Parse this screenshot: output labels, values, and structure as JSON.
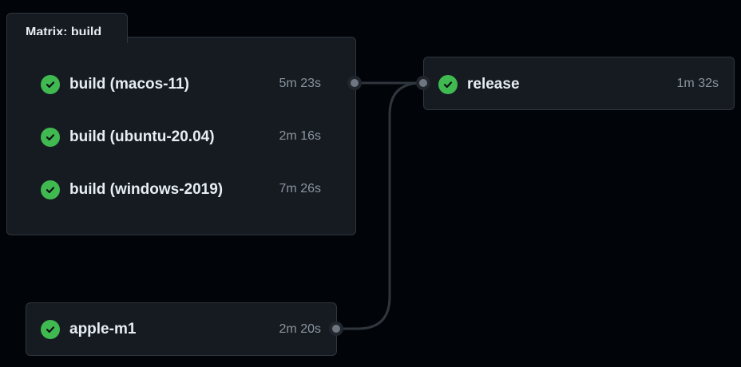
{
  "matrix": {
    "title": "Matrix: build",
    "jobs": [
      {
        "name": "build (macos-11)",
        "duration": "5m 23s",
        "status": "success",
        "status_icon": "check-circle-icon"
      },
      {
        "name": "build (ubuntu-20.04)",
        "duration": "2m 16s",
        "status": "success",
        "status_icon": "check-circle-icon"
      },
      {
        "name": "build (windows-2019)",
        "duration": "7m 26s",
        "status": "success",
        "status_icon": "check-circle-icon"
      }
    ]
  },
  "apple_m1": {
    "name": "apple-m1",
    "duration": "2m 20s",
    "status": "success",
    "status_icon": "check-circle-icon"
  },
  "release": {
    "name": "release",
    "duration": "1m 32s",
    "status": "success",
    "status_icon": "check-circle-icon"
  },
  "colors": {
    "background": "#010409",
    "card": "#161b22",
    "border": "#30363d",
    "success": "#3fb950",
    "text": "#e6edf3",
    "muted": "#8b949e",
    "connector": "#30363d"
  }
}
